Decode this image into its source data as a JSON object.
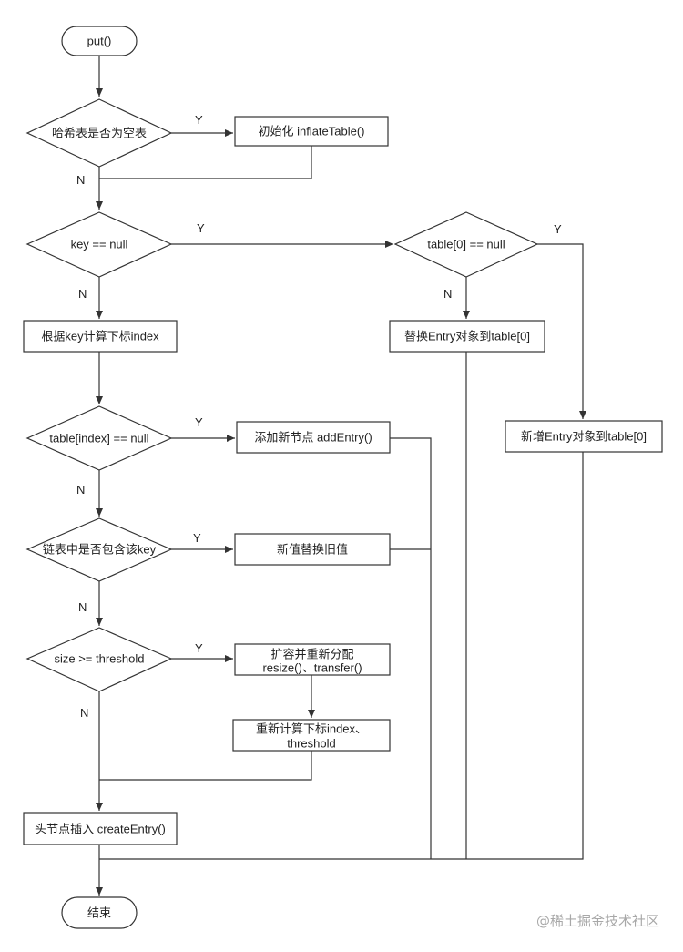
{
  "nodes": {
    "start": "put()",
    "is_empty": "哈希表是否为空表",
    "inflate": "初始化 inflateTable()",
    "key_null": "key == null",
    "table0_null": "table[0] == null",
    "replace_table0": "替换Entry对象到table[0]",
    "add_table0": "新增Entry对象到table[0]",
    "calc_index": "根据key计算下标index",
    "index_null": "table[index] == null",
    "add_entry": "添加新节点 addEntry()",
    "contains_key": "链表中是否包含该key",
    "replace_value": "新值替换旧值",
    "size_check": "size >= threshold",
    "resize_line1": "扩容并重新分配",
    "resize_line2": "resize()、transfer()",
    "recalc_line1": "重新计算下标index、",
    "recalc_line2": "threshold",
    "create_entry": "头节点插入 createEntry()",
    "end": "结束"
  },
  "branch": {
    "yes": "Y",
    "no": "N"
  },
  "watermark": "@稀土掘金技术社区"
}
